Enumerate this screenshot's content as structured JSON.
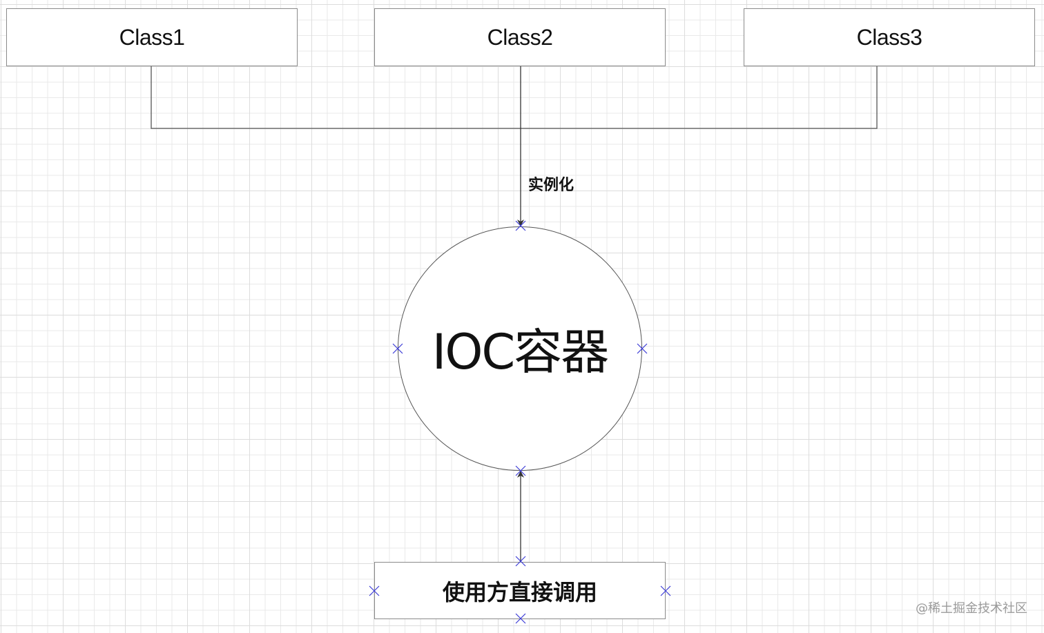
{
  "nodes": {
    "class1": "Class1",
    "class2": "Class2",
    "class3": "Class3",
    "ioc_container": "IOC容器",
    "consumer": "使用方直接调用"
  },
  "edges": {
    "instantiate_label": "实例化"
  },
  "watermark": "@稀土掘金技术社区",
  "colors": {
    "line": "#555555",
    "box_border": "#8a8a8a",
    "marker": "#3b3bd6",
    "grid": "#e9e9e9"
  }
}
